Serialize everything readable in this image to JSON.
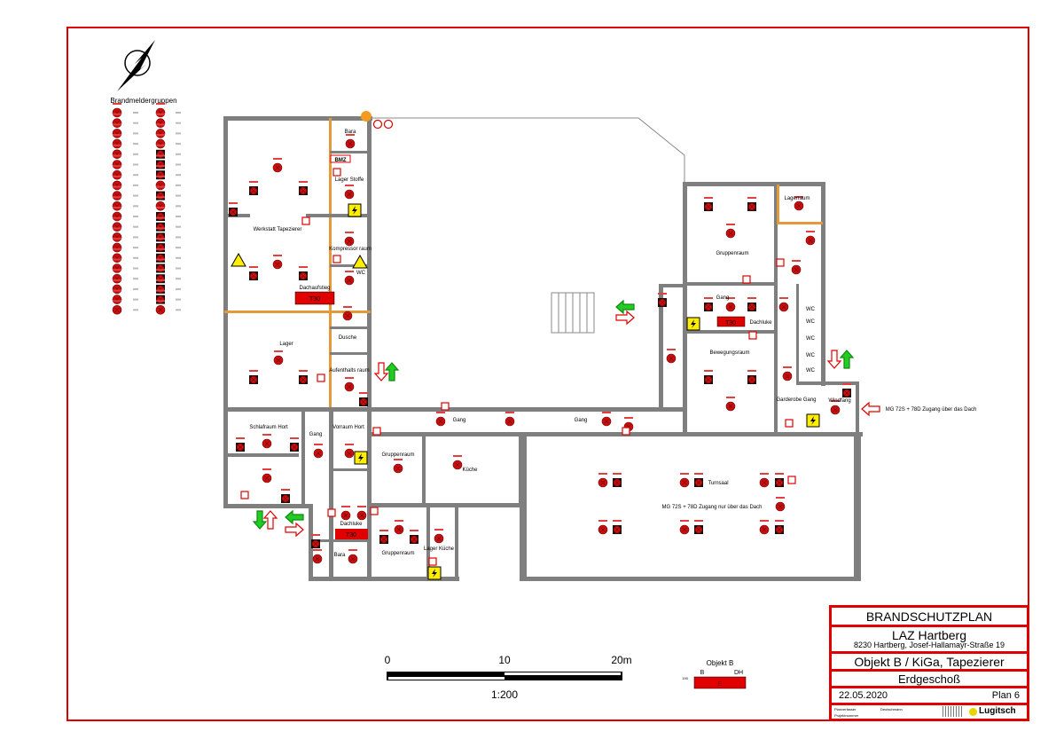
{
  "legend": {
    "title": "Brandmeldergruppen"
  },
  "rooms": {
    "bara1": "Bara",
    "lager_stoffe": "Lager Stoffe",
    "bmz": "BMZ",
    "werkstatt": "Werkstatt Tapezierer",
    "kompressor": "Kompressor raum",
    "wc1": "WC",
    "dachaufstieg": "Dachaufstieg",
    "lager": "Lager",
    "dusche": "Dusche",
    "aufenthalt": "Aufenthalts raum",
    "schlafraum": "Schlafraum Hort",
    "gang1": "Gang",
    "vorraum": "Vorraum Hort",
    "gruppenraum1": "Gruppenraum",
    "kueche": "Küche",
    "gang2": "Gang",
    "gang3": "Gang",
    "dachluke1": "Dachluke",
    "gruppenraum2": "Gruppenraum",
    "lager_kueche": "Lager Küche",
    "bara2": "Bara",
    "gruppenraum3": "Gruppenraum",
    "lagerraum": "Lagerraum",
    "gang4": "Gang",
    "dachluke2": "Dachluke",
    "bewegungsraum": "Bewegungsraum",
    "wc": [
      "WC",
      "WC",
      "WC",
      "WC",
      "WC"
    ],
    "garderobe": "Garderobe Gang",
    "windfang": "Windfang",
    "zugang_note": "MG 72S + 78D Zugang über das Dach",
    "turnsaal": "Turnsaal",
    "turnsaal_note": "MG 72S + 78D Zugang nur über das Dach"
  },
  "doors_rating": {
    "t30": "T30"
  },
  "scale": {
    "t0": "0",
    "t10": "10",
    "t20": "20m",
    "ratio": "1:200"
  },
  "objekt_legend": {
    "title": "Objekt B",
    "b": "B",
    "dh": "DH",
    "e": "E",
    "level": "190"
  },
  "title_block": {
    "heading": "BRANDSCHUTZPLAN",
    "site": "LAZ Hartberg",
    "address": "8230 Hartberg, Josef-Hallamayr-Straße 19",
    "object": "Objekt B / KiGa, Tapezierer",
    "floor": "Erdgeschoß",
    "date": "22.05.2020",
    "plan": "Plan  6",
    "planverfasser_label": "Planverfasser",
    "planverfasser": "Deutschmann",
    "projektnummer_label": "Projektnummer",
    "company": "Lugitsch"
  },
  "colors": {
    "frame": "#e00000",
    "wall": "#7f7f7f",
    "detector": "#c81010",
    "exit": "#22cc22"
  }
}
